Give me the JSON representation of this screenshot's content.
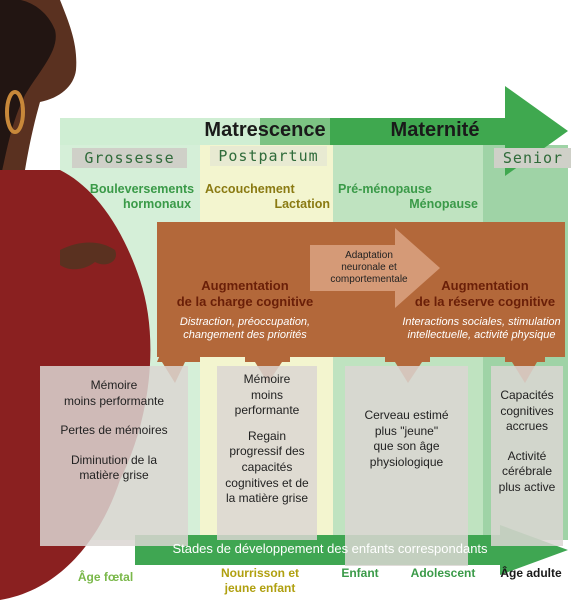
{
  "header": {
    "matrescence": "Matrescence",
    "maternite": "Maternité"
  },
  "phases": [
    {
      "label": "Grossesse"
    },
    {
      "label": "Postpartum"
    },
    {
      "label": "Senior"
    }
  ],
  "events": {
    "grossesse": [
      "Bouleversements",
      "hormonaux"
    ],
    "postpartum": [
      "Accouchement",
      "Lactation"
    ],
    "menopause": [
      "Pré-ménopause",
      "Ménopause"
    ]
  },
  "middle": {
    "adaptation": [
      "Adaptation",
      "neuronale et",
      "comportementale"
    ],
    "charge_title": [
      "Augmentation",
      "de la charge cognitive"
    ],
    "charge_desc": [
      "Distraction, préoccupation,",
      "changement des priorités"
    ],
    "reserve_title": [
      "Augmentation",
      "de la réserve cognitive"
    ],
    "reserve_desc": [
      "Interactions sociales, stimulation",
      "intellectuelle, activité physique"
    ]
  },
  "boxes": {
    "b1": [
      "Mémoire",
      "moins performante",
      "Pertes de mémoires",
      "Diminution de la",
      "matière grise"
    ],
    "b2": [
      "Mémoire",
      "moins",
      "performante",
      "Regain",
      "progressif des",
      "capacités",
      "cognitives et de",
      "la matière grise"
    ],
    "b3": [
      "Cerveau estimé",
      "plus \"jeune\"",
      "que son âge",
      "physiologique"
    ],
    "b4": [
      "Capacités",
      "cognitives",
      "accrues",
      "Activité",
      "cérébrale",
      "plus active"
    ]
  },
  "bottom_bar": "Stades de développement des enfants correspondants",
  "stages": {
    "foetal": "Âge fœtal",
    "nourrisson": [
      "Nourrisson et",
      "jeune enfant"
    ],
    "enfant": "Enfant",
    "adolescent": "Adolescent",
    "adulte": "Âge adulte"
  },
  "colors": {
    "top_arrow": "#3faa4f",
    "brown_band": "#b3683a",
    "bottom_arrow": "#3fa652",
    "pale_green": "#d6f0d8",
    "pale_yellow": "#f4f6cc",
    "mint": "#b7dcb6",
    "skin": "#5a3120",
    "dress": "#8a2020"
  }
}
